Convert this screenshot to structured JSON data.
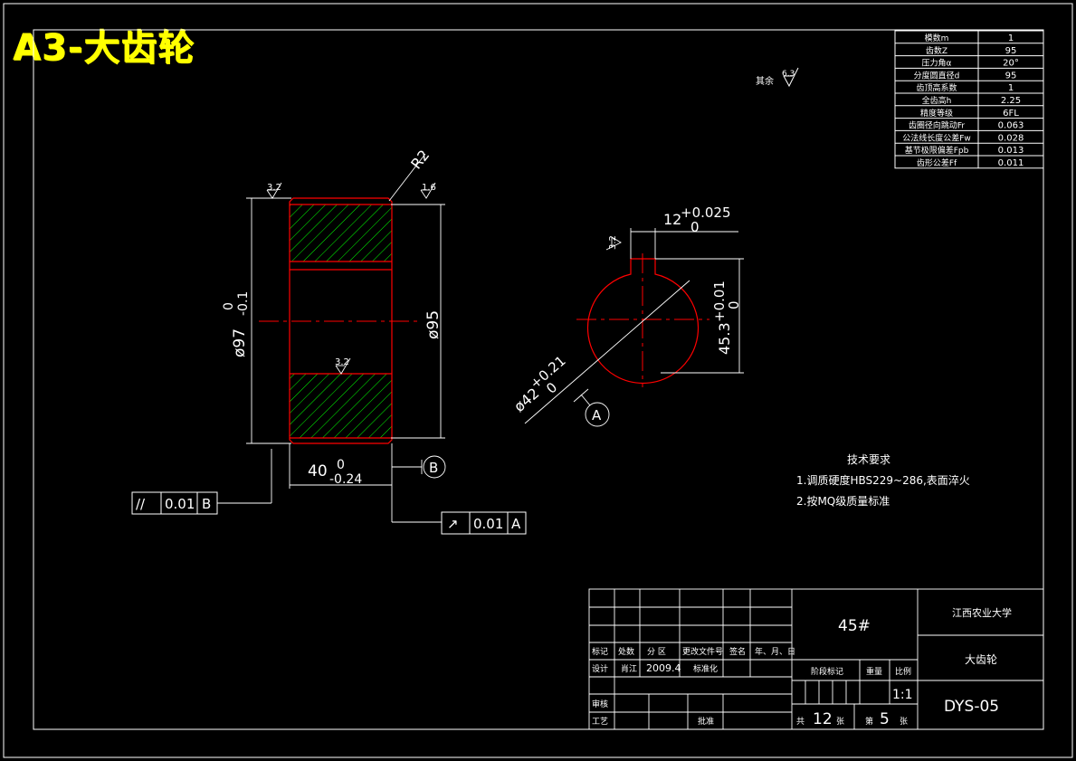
{
  "banner": "A3-大齿轮",
  "colors": {
    "background": "#000000",
    "lines": "#ffffff",
    "part_outline": "#ff0000",
    "hatch": "#00ff00",
    "banner": "#ffff00"
  },
  "params": [
    {
      "label": "模数m",
      "value": "1"
    },
    {
      "label": "齿数Z",
      "value": "95"
    },
    {
      "label": "压力角α",
      "value": "20°"
    },
    {
      "label": "分度圆直径d",
      "value": "95"
    },
    {
      "label": "齿顶高系数",
      "value": "1"
    },
    {
      "label": "全齿高h",
      "value": "2.25"
    },
    {
      "label": "精度等级",
      "value": "6FL"
    },
    {
      "label": "齿圈径向跳动Fr",
      "value": "0.063"
    },
    {
      "label": "公法线长度公差Fw",
      "value": "0.028"
    },
    {
      "label": "基节极限偏差Fpb",
      "value": "0.013"
    },
    {
      "label": "齿形公差Ff",
      "value": "0.011"
    }
  ],
  "roughness_other": {
    "label": "其余",
    "value": "6.3"
  },
  "section_view": {
    "roughness": [
      "3.2",
      "1.6",
      "3.2"
    ],
    "radius": "R2",
    "dia_outer": "ø97",
    "dia_outer_tol_upper": "0",
    "dia_outer_tol_lower": "-0.1",
    "dia_pitch": "ø95",
    "width": "40",
    "width_tol_upper": "0",
    "width_tol_lower": "-0.24",
    "datum": "B"
  },
  "tolerances": [
    {
      "symbol": "//",
      "value": "0.01",
      "datum": "B"
    },
    {
      "symbol": "↗",
      "value": "0.01",
      "datum": "A"
    }
  ],
  "end_view": {
    "keyway": "12",
    "keyway_tol_upper": "+0.025",
    "keyway_tol_lower": "0",
    "keyway_roughness": "3.2",
    "depth": "45.3",
    "depth_tol_upper": "+0.01",
    "depth_tol_lower": "0",
    "bore": "ø42",
    "bore_tol_upper": "+0.21",
    "bore_tol_lower": "0",
    "datum": "A"
  },
  "tech_requirements": {
    "title": "技术要求",
    "items": [
      "1.调质硬度HBS229~286,表面淬火",
      "2.按MQ级质量标准"
    ]
  },
  "title_block": {
    "headers": [
      "标记",
      "处数",
      "分 区",
      "更改文件号",
      "签名",
      "年、月、日"
    ],
    "design_label": "设计",
    "designer": "肖江",
    "date": "2009.4",
    "std_label": "标准化",
    "review_label": "审核",
    "process_label": "工艺",
    "approve_label": "批准",
    "material": "45#",
    "stage_label": "阶段标记",
    "weight_label": "重量",
    "scale_label": "比例",
    "scale": "1:1",
    "total_prefix": "共",
    "total_sheets": "12",
    "total_suffix": "张",
    "sheet_prefix": "第",
    "sheet_no": "5",
    "sheet_suffix": "张",
    "school": "江西农业大学",
    "part_name": "大齿轮",
    "drawing_no": "DYS-05"
  }
}
